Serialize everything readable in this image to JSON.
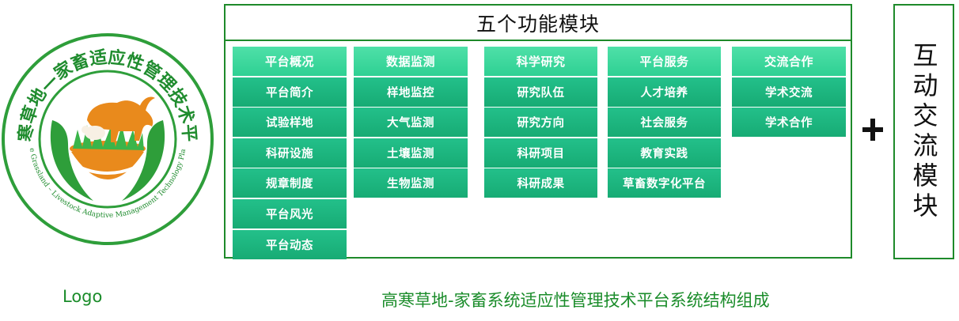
{
  "logo": {
    "ring_text_cn": "高寒草地—家畜适应性管理技术平台",
    "ring_text_en": "Alpine Grassland – Livestock Adaptive Management Technology Platform",
    "caption": "Logo"
  },
  "frame": {
    "title": "五个功能模块"
  },
  "columns": [
    {
      "header": "平台概况",
      "items": [
        "平台简介",
        "试验样地",
        "科研设施",
        "规章制度",
        "平台风光",
        "平台动态"
      ]
    },
    {
      "header": "数据监测",
      "items": [
        "样地监控",
        "大气监测",
        "土壤监测",
        "生物监测"
      ]
    },
    {
      "header": "科学研究",
      "items": [
        "研究队伍",
        "研究方向",
        "科研项目",
        "科研成果"
      ]
    },
    {
      "header": "平台服务",
      "items": [
        "人才培养",
        "社会服务",
        "教育实践",
        "草畜数字化平台"
      ]
    },
    {
      "header": "交流合作",
      "items": [
        "学术交流",
        "学术合作"
      ]
    }
  ],
  "plus_symbol": "+",
  "interaction": {
    "label": "互动交流模块"
  },
  "caption": "高寒草地-家畜系统适应性管理技术平台系统结构组成",
  "colors": {
    "frame_border": "#1e8a2a",
    "cell": "#17ab74",
    "cell_head": "#2ed093",
    "caption": "#1a8c2a",
    "logo_green": "#2e9e3a",
    "logo_orange": "#e98a1c"
  }
}
